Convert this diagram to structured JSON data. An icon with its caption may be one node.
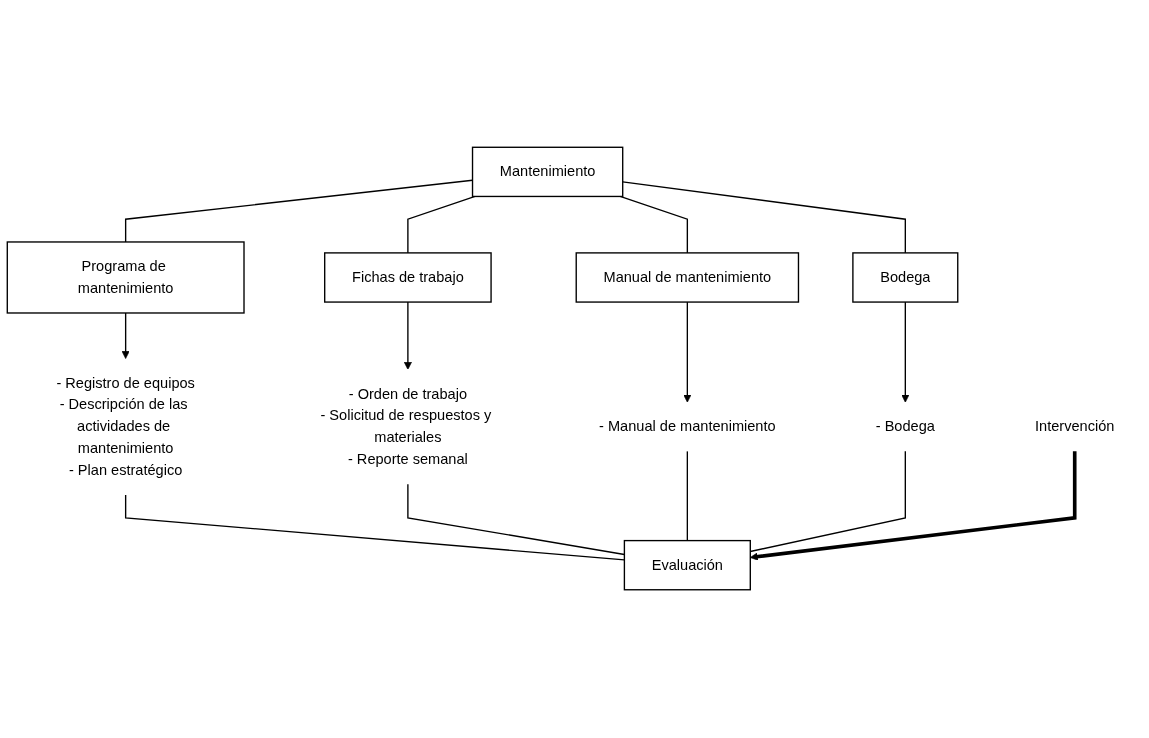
{
  "diagram": {
    "nodes": [
      {
        "text": [
          "Mantenimiento"
        ]
      },
      {
        "text": [
          "Programa de mantenimiento"
        ]
      },
      {
        "text": [
          "Fichas de trabajo"
        ]
      },
      {
        "text": [
          "Manual de mantenimiento"
        ]
      },
      {
        "text": [
          "Bodega"
        ]
      },
      {
        "text": [
          "- Registro de equipos",
          "- Descripción de las actividades de mantenimiento",
          "- Plan estratégico"
        ]
      },
      {
        "text": [
          "- Orden de trabajo",
          "- Solicitud de respuestos y materiales",
          "- Reporte semanal"
        ]
      },
      {
        "text": [
          "- Manual de mantenimiento"
        ]
      },
      {
        "text": [
          "- Bodega"
        ]
      },
      {
        "text": [
          "Evaluación"
        ]
      },
      {
        "text": [
          "Intervención"
        ]
      }
    ],
    "edges": [
      {
        "from": 0,
        "to": 1,
        "arrow": "none"
      },
      {
        "from": 0,
        "to": 2,
        "arrow": "none"
      },
      {
        "from": 0,
        "to": 3,
        "arrow": "none"
      },
      {
        "from": 0,
        "to": 4,
        "arrow": "none"
      },
      {
        "from": 1,
        "to": 5,
        "arrow": "to"
      },
      {
        "from": 2,
        "to": 6,
        "arrow": "to"
      },
      {
        "from": 3,
        "to": 7,
        "arrow": "to"
      },
      {
        "from": 4,
        "to": 8,
        "arrow": "to"
      },
      {
        "from": 5,
        "to": 9,
        "arrow": "none"
      },
      {
        "from": 6,
        "to": 9,
        "arrow": "none"
      },
      {
        "from": 7,
        "to": 9,
        "arrow": "none"
      },
      {
        "from": 8,
        "to": 9,
        "arrow": "none"
      },
      {
        "from": 10,
        "to": 9,
        "arrow": "to",
        "style": "thick"
      }
    ]
  }
}
